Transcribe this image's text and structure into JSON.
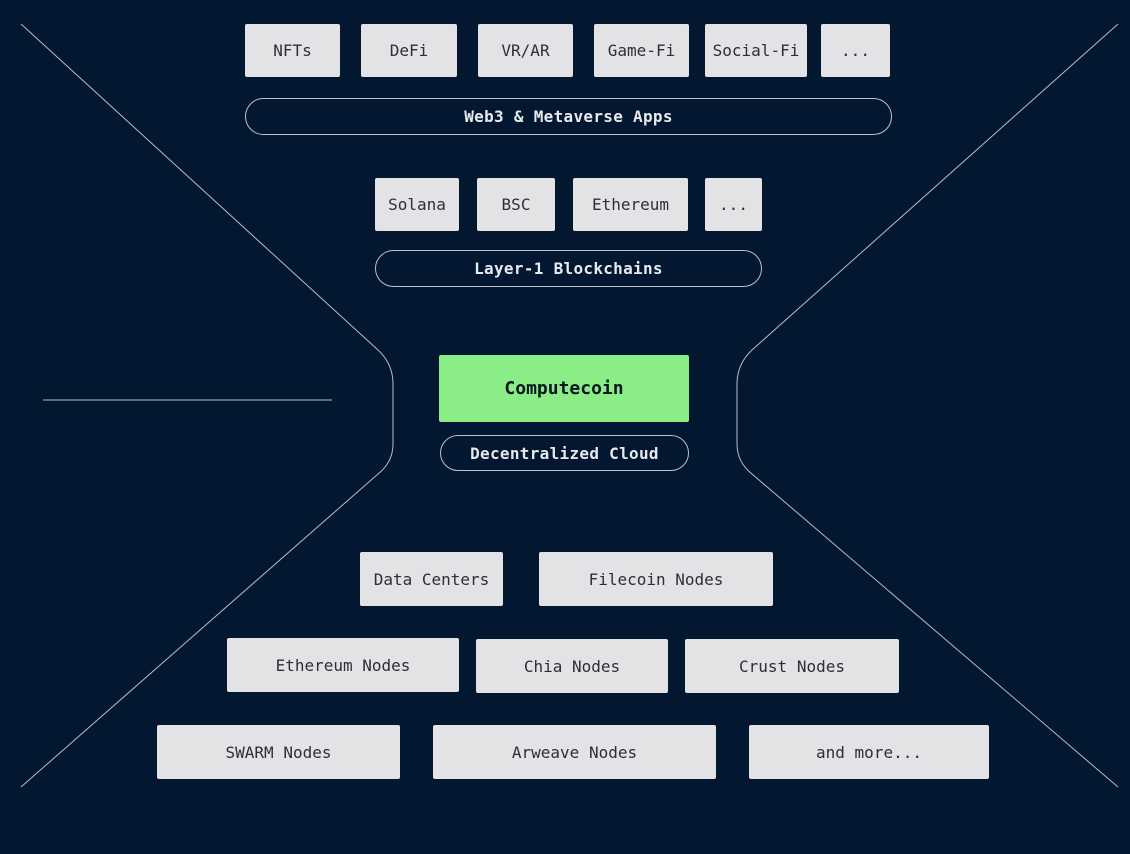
{
  "colors": {
    "background": "#041730",
    "box": "#e3e3e6",
    "box_text": "#2b2f36",
    "core": "#8aed86",
    "outline": "#b9c2cc"
  },
  "apps": {
    "items": [
      "NFTs",
      "DeFi",
      "VR/AR",
      "Game-Fi",
      "Social-Fi",
      "..."
    ],
    "label": "Web3 & Metaverse Apps"
  },
  "chains": {
    "items": [
      "Solana",
      "BSC",
      "Ethereum",
      "..."
    ],
    "label": "Layer-1 Blockchains"
  },
  "core": {
    "title": "Computecoin",
    "subtitle": "Decentralized Cloud"
  },
  "sources": {
    "row1": [
      "Data Centers",
      "Filecoin Nodes"
    ],
    "row2": [
      "Ethereum Nodes",
      "Chia Nodes",
      "Crust Nodes"
    ],
    "row3": [
      "SWARM Nodes",
      "Arweave Nodes",
      "and more..."
    ]
  }
}
